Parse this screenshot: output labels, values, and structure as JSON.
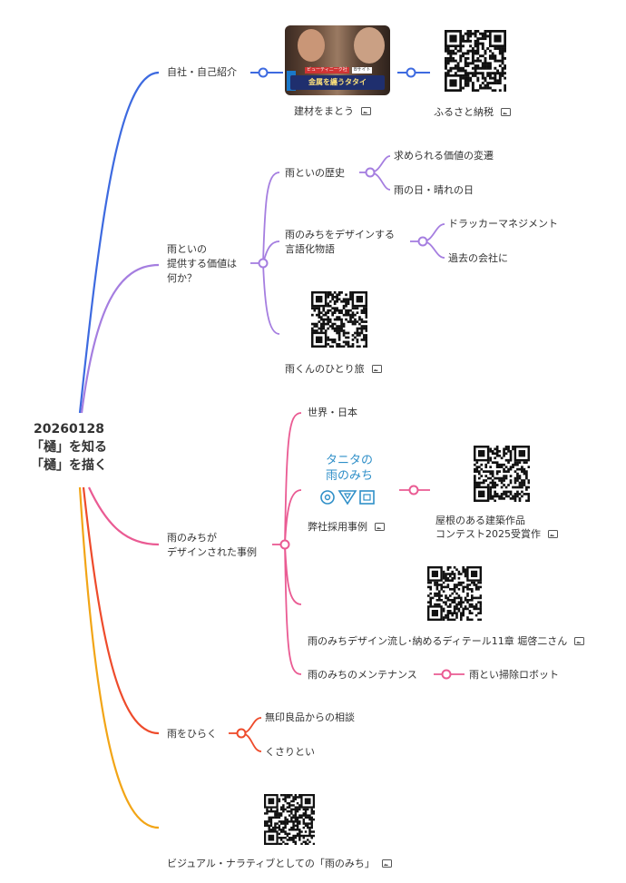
{
  "root": {
    "lines": [
      "20260128",
      "「樋」を知る",
      "「樋」を描く"
    ]
  },
  "branches": {
    "intro": {
      "label": "自社・自己紹介",
      "color": "#3d6ae0",
      "children": {
        "photo_caption": "建材をまとう",
        "qr_caption": "ふるさと納税"
      },
      "photo": {
        "banner": "金属を纏うタタイ",
        "tag_left": "ビューティニーク社",
        "tag_right": "Bサイト"
      }
    },
    "value": {
      "label_lines": [
        "雨といの",
        "提供する価値は",
        "何か？"
      ],
      "color": "#a57ee0",
      "history": {
        "label": "雨といの歴史",
        "children": [
          "求められる価値の変遷",
          "雨の日・晴れの日"
        ]
      },
      "design": {
        "label_lines": [
          "雨のみちをデザインする",
          "言語化物語"
        ],
        "children": [
          "ドラッカーマネジメント",
          "過去の会社に"
        ]
      },
      "qr_caption": "雨くんのひとり旅"
    },
    "examples": {
      "label_lines": [
        "雨のみちが",
        "デザインされた事例"
      ],
      "color": "#ea5b93",
      "world": "世界・日本",
      "company": {
        "label": "弊社採用事例",
        "logo_lines": [
          "タニタの",
          "雨のみち"
        ],
        "award_lines": [
          "屋根のある建築作品",
          "コンテスト2025受賞作"
        ]
      },
      "detail": "雨のみちデザイン流し･納めるディテール11章 堀啓二さん",
      "maintenance": {
        "label": "雨のみちのメンテナンス",
        "child": "雨とい掃除ロボット"
      }
    },
    "open": {
      "label": "雨をひらく",
      "color": "#ee4b2b",
      "children": [
        "無印良品からの相談",
        "くさりとい"
      ]
    },
    "visual": {
      "caption": "ビジュアル・ナラティブとしての「雨のみち」",
      "color": "#f2a516"
    }
  }
}
